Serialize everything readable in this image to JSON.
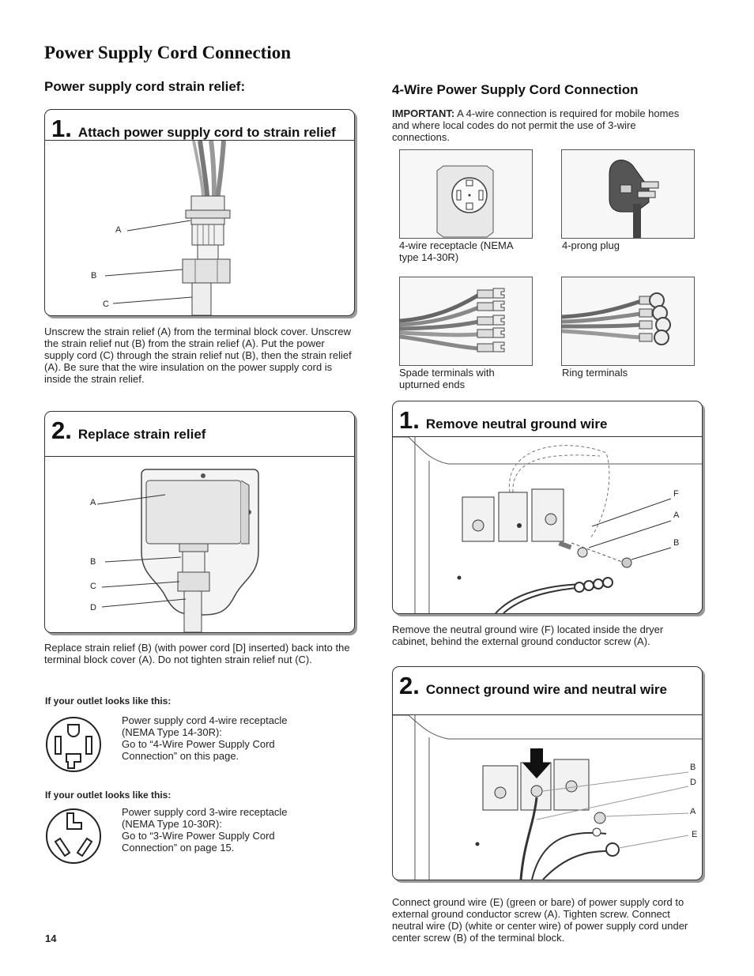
{
  "page_title": "Power Supply Cord Connection",
  "left": {
    "heading": "Power supply cord strain relief:",
    "step1": {
      "number": "1.",
      "title": "Attach power supply cord to strain relief",
      "labels": [
        "A",
        "B",
        "C"
      ],
      "text": "Unscrew the strain relief (A) from the terminal block cover. Unscrew the strain relief nut (B) from the strain relief (A). Put the power supply cord (C) through the strain relief nut (B), then the strain relief (A). Be sure that the wire insulation on the power supply cord is inside the strain relief."
    },
    "step2": {
      "number": "2.",
      "title": "Replace strain relief",
      "labels": [
        "A",
        "B",
        "C",
        "D"
      ],
      "text": "Replace strain relief (B) (with power cord [D] inserted) back into the terminal block cover (A). Do not tighten strain relief nut (C)."
    },
    "outlet1": {
      "heading": "If your outlet looks like this:",
      "line1": "Power supply cord 4-wire receptacle",
      "line2": "(NEMA Type 14-30R):",
      "line3": "Go to “4-Wire Power Supply Cord",
      "line4": "Connection” on this page."
    },
    "outlet2": {
      "heading": "If your outlet looks like this:",
      "line1": "Power supply cord 3-wire receptacle",
      "line2": "(NEMA Type 10-30R):",
      "line3": "Go to “3-Wire Power Supply Cord",
      "line4": "Connection” on page 15."
    },
    "page_number": "14"
  },
  "right": {
    "heading": "4-Wire Power Supply Cord Connection",
    "important_label": "IMPORTANT:",
    "important_text": "A 4-wire connection is required for mobile homes and where local codes do not permit the use of 3-wire connections.",
    "captions": {
      "receptacle": "4-wire receptacle (NEMA type 14-30R)",
      "plug": "4-prong plug",
      "spade": "Spade terminals with upturned ends",
      "ring": "Ring terminals"
    },
    "step1": {
      "number": "1.",
      "title": "Remove neutral ground wire",
      "labels": [
        "F",
        "A",
        "B"
      ],
      "text": "Remove the neutral ground wire (F) located inside the dryer cabinet, behind the external ground conductor screw (A)."
    },
    "step2": {
      "number": "2.",
      "title": "Connect ground wire and neutral wire",
      "labels": [
        "B",
        "D",
        "A",
        "E"
      ],
      "text": "Connect ground wire (E) (green or bare) of power supply cord to external ground conductor screw (A). Tighten screw. Connect neutral wire (D) (white or center wire) of power supply cord under center screw (B) of the terminal block."
    }
  }
}
